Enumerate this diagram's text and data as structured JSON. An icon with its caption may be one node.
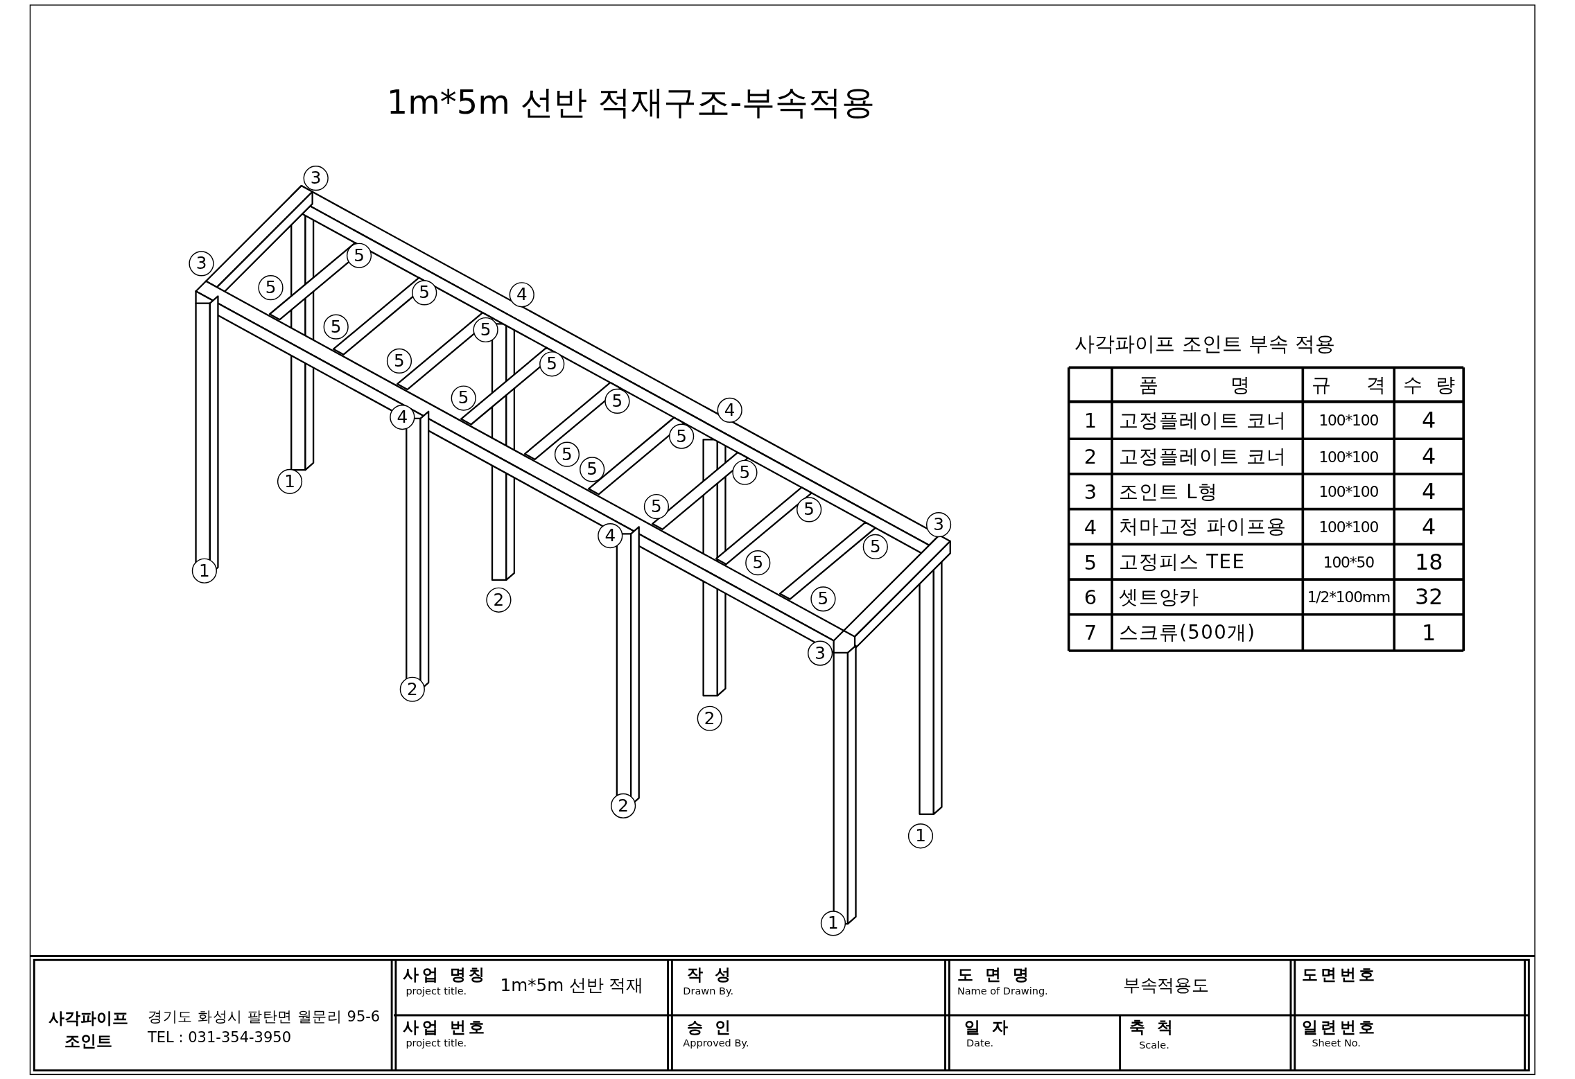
{
  "diagram": {
    "title": "1m*5m 선반 적재구조-부속적용",
    "labels": [
      "3",
      "5",
      "3",
      "5",
      "5",
      "4",
      "5",
      "5",
      "5",
      "5",
      "5",
      "5",
      "4",
      "4",
      "5",
      "5",
      "5",
      "5",
      "1",
      "5",
      "5",
      "3",
      "4",
      "5",
      "5",
      "1",
      "2",
      "5",
      "3",
      "2",
      "2",
      "2",
      "1",
      "1",
      "사각파이프 조인트 부속 적용",
      "품 명",
      "규 격",
      "수 량",
      "1",
      "고정플레이트 코너",
      "100*100",
      "4",
      "2",
      "고정플레이트 코너",
      "100*100",
      "4",
      "3",
      "조인트 L형",
      "100*100",
      "4",
      "4",
      "처마고정 파이프용",
      "100*100",
      "4",
      "5",
      "고정피스 TEE",
      "100*50",
      "18",
      "6",
      "셋트앙카",
      "1/2*100mm",
      "32",
      "7",
      "스크류(500개)",
      "1",
      "사각파이프 조인트",
      "경기도 화성시 팔탄면 월문리 95-6",
      "TEL : 031-354-3950",
      "사업 명칭",
      "project title.",
      "1m*5m 선반 적재",
      "작 성",
      "Drawn By.",
      "도 면 명",
      "Name of Drawing.",
      "부속적용도",
      "도면번호",
      "사업 번호",
      "project title.",
      "승 인",
      "Approved By.",
      "일 자",
      "Date.",
      "축 척",
      "Scale.",
      "일련번호",
      "Sheet No."
    ]
  }
}
